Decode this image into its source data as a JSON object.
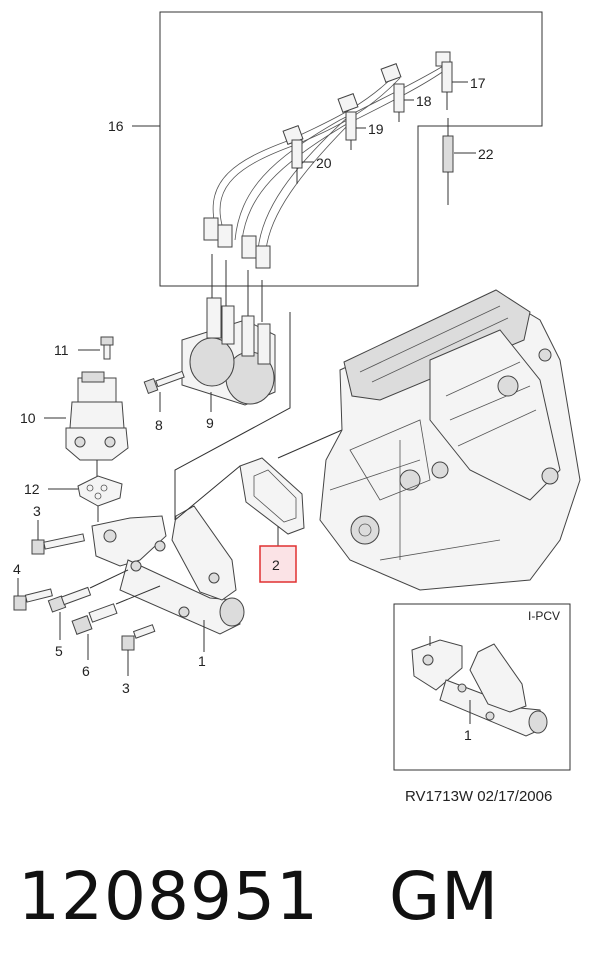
{
  "diagram": {
    "callouts": {
      "c1": "1",
      "c1_inset": "1",
      "c2": "2",
      "c3a": "3",
      "c3b": "3",
      "c4": "4",
      "c5": "5",
      "c6": "6",
      "c8": "8",
      "c9": "9",
      "c10": "10",
      "c11": "11",
      "c12": "12",
      "c16": "16",
      "c17": "17",
      "c18": "18",
      "c19": "19",
      "c20": "20",
      "c22": "22"
    },
    "inset_label": "I-PCV",
    "highlight_color": "#e03030",
    "highlight_fill": "#fbe3e6",
    "reference": "RV1713W  02/17/2006"
  },
  "footer": {
    "part_number": "1208951",
    "brand": "GM"
  }
}
